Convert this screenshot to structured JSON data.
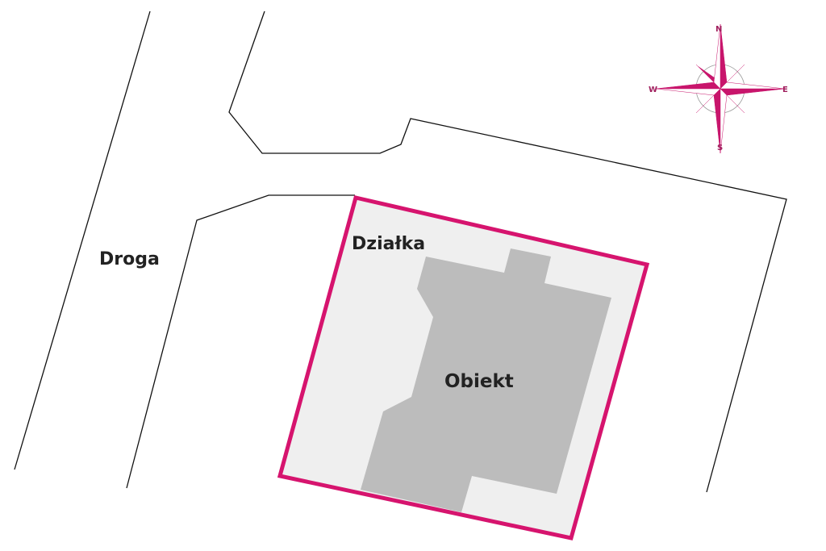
{
  "labels": {
    "road": "Droga",
    "plot": "Działka",
    "building": "Obiekt"
  },
  "compass": {
    "north": "N",
    "south": "S",
    "east": "E",
    "west": "W"
  },
  "colors": {
    "plot_border": "#d6146e",
    "plot_fill": "#efefef",
    "building_fill": "#bcbcbc",
    "compass": "#c8156c",
    "lines": "#111111"
  }
}
